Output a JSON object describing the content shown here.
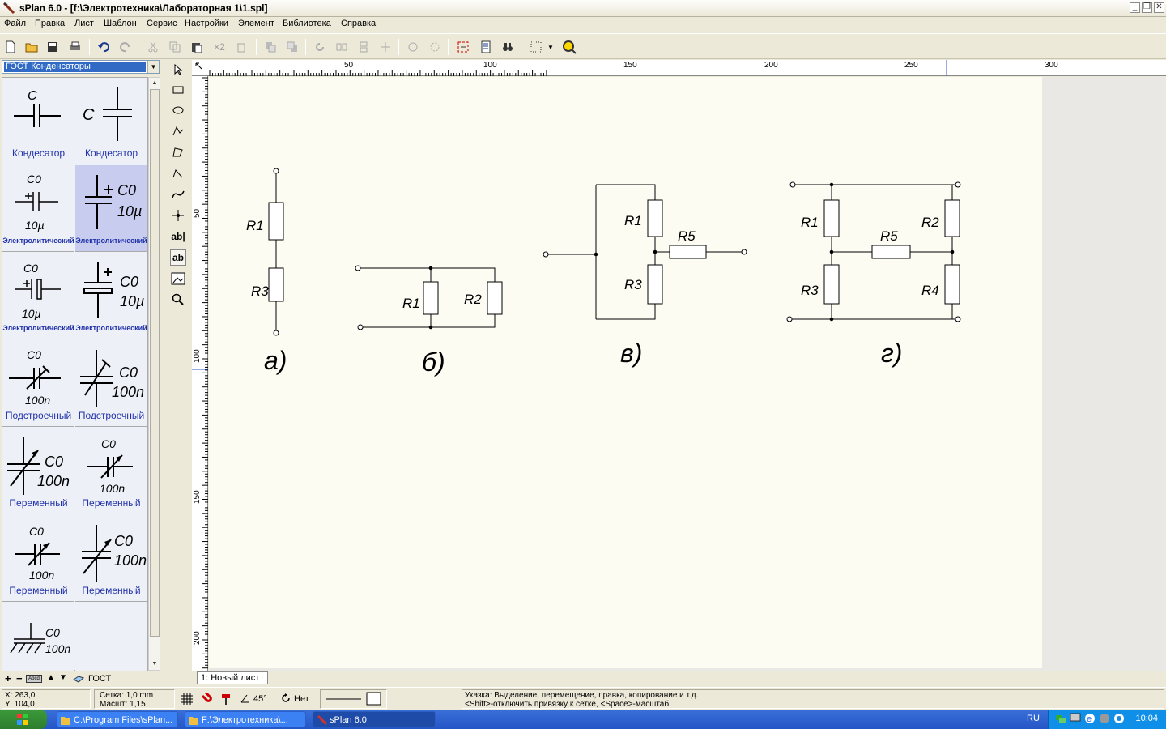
{
  "window": {
    "title": "sPlan 6.0 - [f:\\Электротехника\\Лабораторная 1\\1.spl]"
  },
  "menu": [
    "Файл",
    "Правка",
    "Лист",
    "Шаблон",
    "Сервис",
    "Настройки",
    "Элемент",
    "Библиотека",
    "Справка"
  ],
  "library": {
    "selected": "ГОСТ Конденсаторы",
    "footer_label": "ГОСТ",
    "items": [
      {
        "label": "Кондесатор",
        "symbol_text": "C",
        "kind": "cap-horizontal"
      },
      {
        "label": "Кондесатор",
        "symbol_text": "C",
        "kind": "cap-vertical"
      },
      {
        "label": "Электролитический",
        "name": "C0",
        "value": "10µ",
        "kind": "elec-h"
      },
      {
        "label": "Электролитический",
        "name": "C0",
        "value": "10µ",
        "kind": "elec-v",
        "selected": true
      },
      {
        "label": "Электролитический",
        "name": "C0",
        "value": "10µ",
        "kind": "elec-h2"
      },
      {
        "label": "Электролитический",
        "name": "C0",
        "value": "10µ",
        "kind": "elec-v2"
      },
      {
        "label": "Подстроечный",
        "name": "C0",
        "value": "100n",
        "kind": "trim-h"
      },
      {
        "label": "Подстроечный",
        "name": "C0",
        "value": "100n",
        "kind": "trim-v"
      },
      {
        "label": "Переменный",
        "name": "C0",
        "value": "100n",
        "kind": "var-v"
      },
      {
        "label": "Переменный",
        "name": "C0",
        "value": "100n",
        "kind": "var-h"
      },
      {
        "label": "Переменный",
        "name": "C0",
        "value": "100n",
        "kind": "var-h2"
      },
      {
        "label": "Переменный",
        "name": "C0",
        "value": "100n",
        "kind": "var-v2"
      },
      {
        "label": "",
        "name": "C0",
        "value": "100n",
        "kind": "ground"
      }
    ]
  },
  "ruler": {
    "top": [
      "50",
      "100",
      "150",
      "200",
      "250",
      "300"
    ],
    "left": [
      "50",
      "100",
      "150",
      "200"
    ]
  },
  "sheet_tab": "1: Новый лист",
  "circuits": {
    "a": {
      "caption": "а)",
      "r_top": "R1",
      "r_bottom": "R3"
    },
    "b": {
      "caption": "б)",
      "r_left": "R1",
      "r_right": "R2"
    },
    "v": {
      "caption": "в)",
      "r_top": "R1",
      "r_bottom": "R3",
      "r_side": "R5"
    },
    "g": {
      "caption": "г)",
      "r_tl": "R1",
      "r_tr": "R2",
      "r_mid": "R5",
      "r_bl": "R3",
      "r_br": "R4"
    }
  },
  "status": {
    "x": "X: 263,0",
    "y": "Y: 104,0",
    "grid": "Сетка:  1,0 mm",
    "scale": "Масшт:  1,15",
    "angle": "45°",
    "snap": "Нет",
    "hint1": "Указка: Выделение, перемещение, правка, копирование и т.д.",
    "hint2": "<Shift>-отключить привязку к сетке, <Space>-масштаб"
  },
  "taskbar": {
    "tasks": [
      "C:\\Program Files\\sPlan...",
      "F:\\Электротехника\\...",
      "sPlan 6.0"
    ],
    "lang": "RU",
    "clock": "10:04"
  },
  "colors": {
    "accent": "#316ac5",
    "canvas": "#fdfcf3",
    "library": "#eef0f8",
    "selected": "#c8cdf0"
  }
}
